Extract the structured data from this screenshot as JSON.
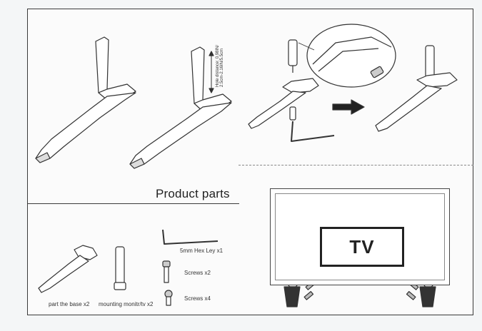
{
  "title": "Product parts",
  "tv_label": "TV",
  "parts": {
    "base_label": "part  the base  x2",
    "mounting_label": "mounting monitr/tv  x2",
    "hex_key_label": "5mm Hex Ley  x1",
    "screws_a_label": "Screws  x2",
    "screws_b_label": "Screws  x4"
  },
  "hole_distance": {
    "line1": "Hole distance: 0.98IN/",
    "line2": "2.5cm-2.16IN/5.5cm"
  }
}
